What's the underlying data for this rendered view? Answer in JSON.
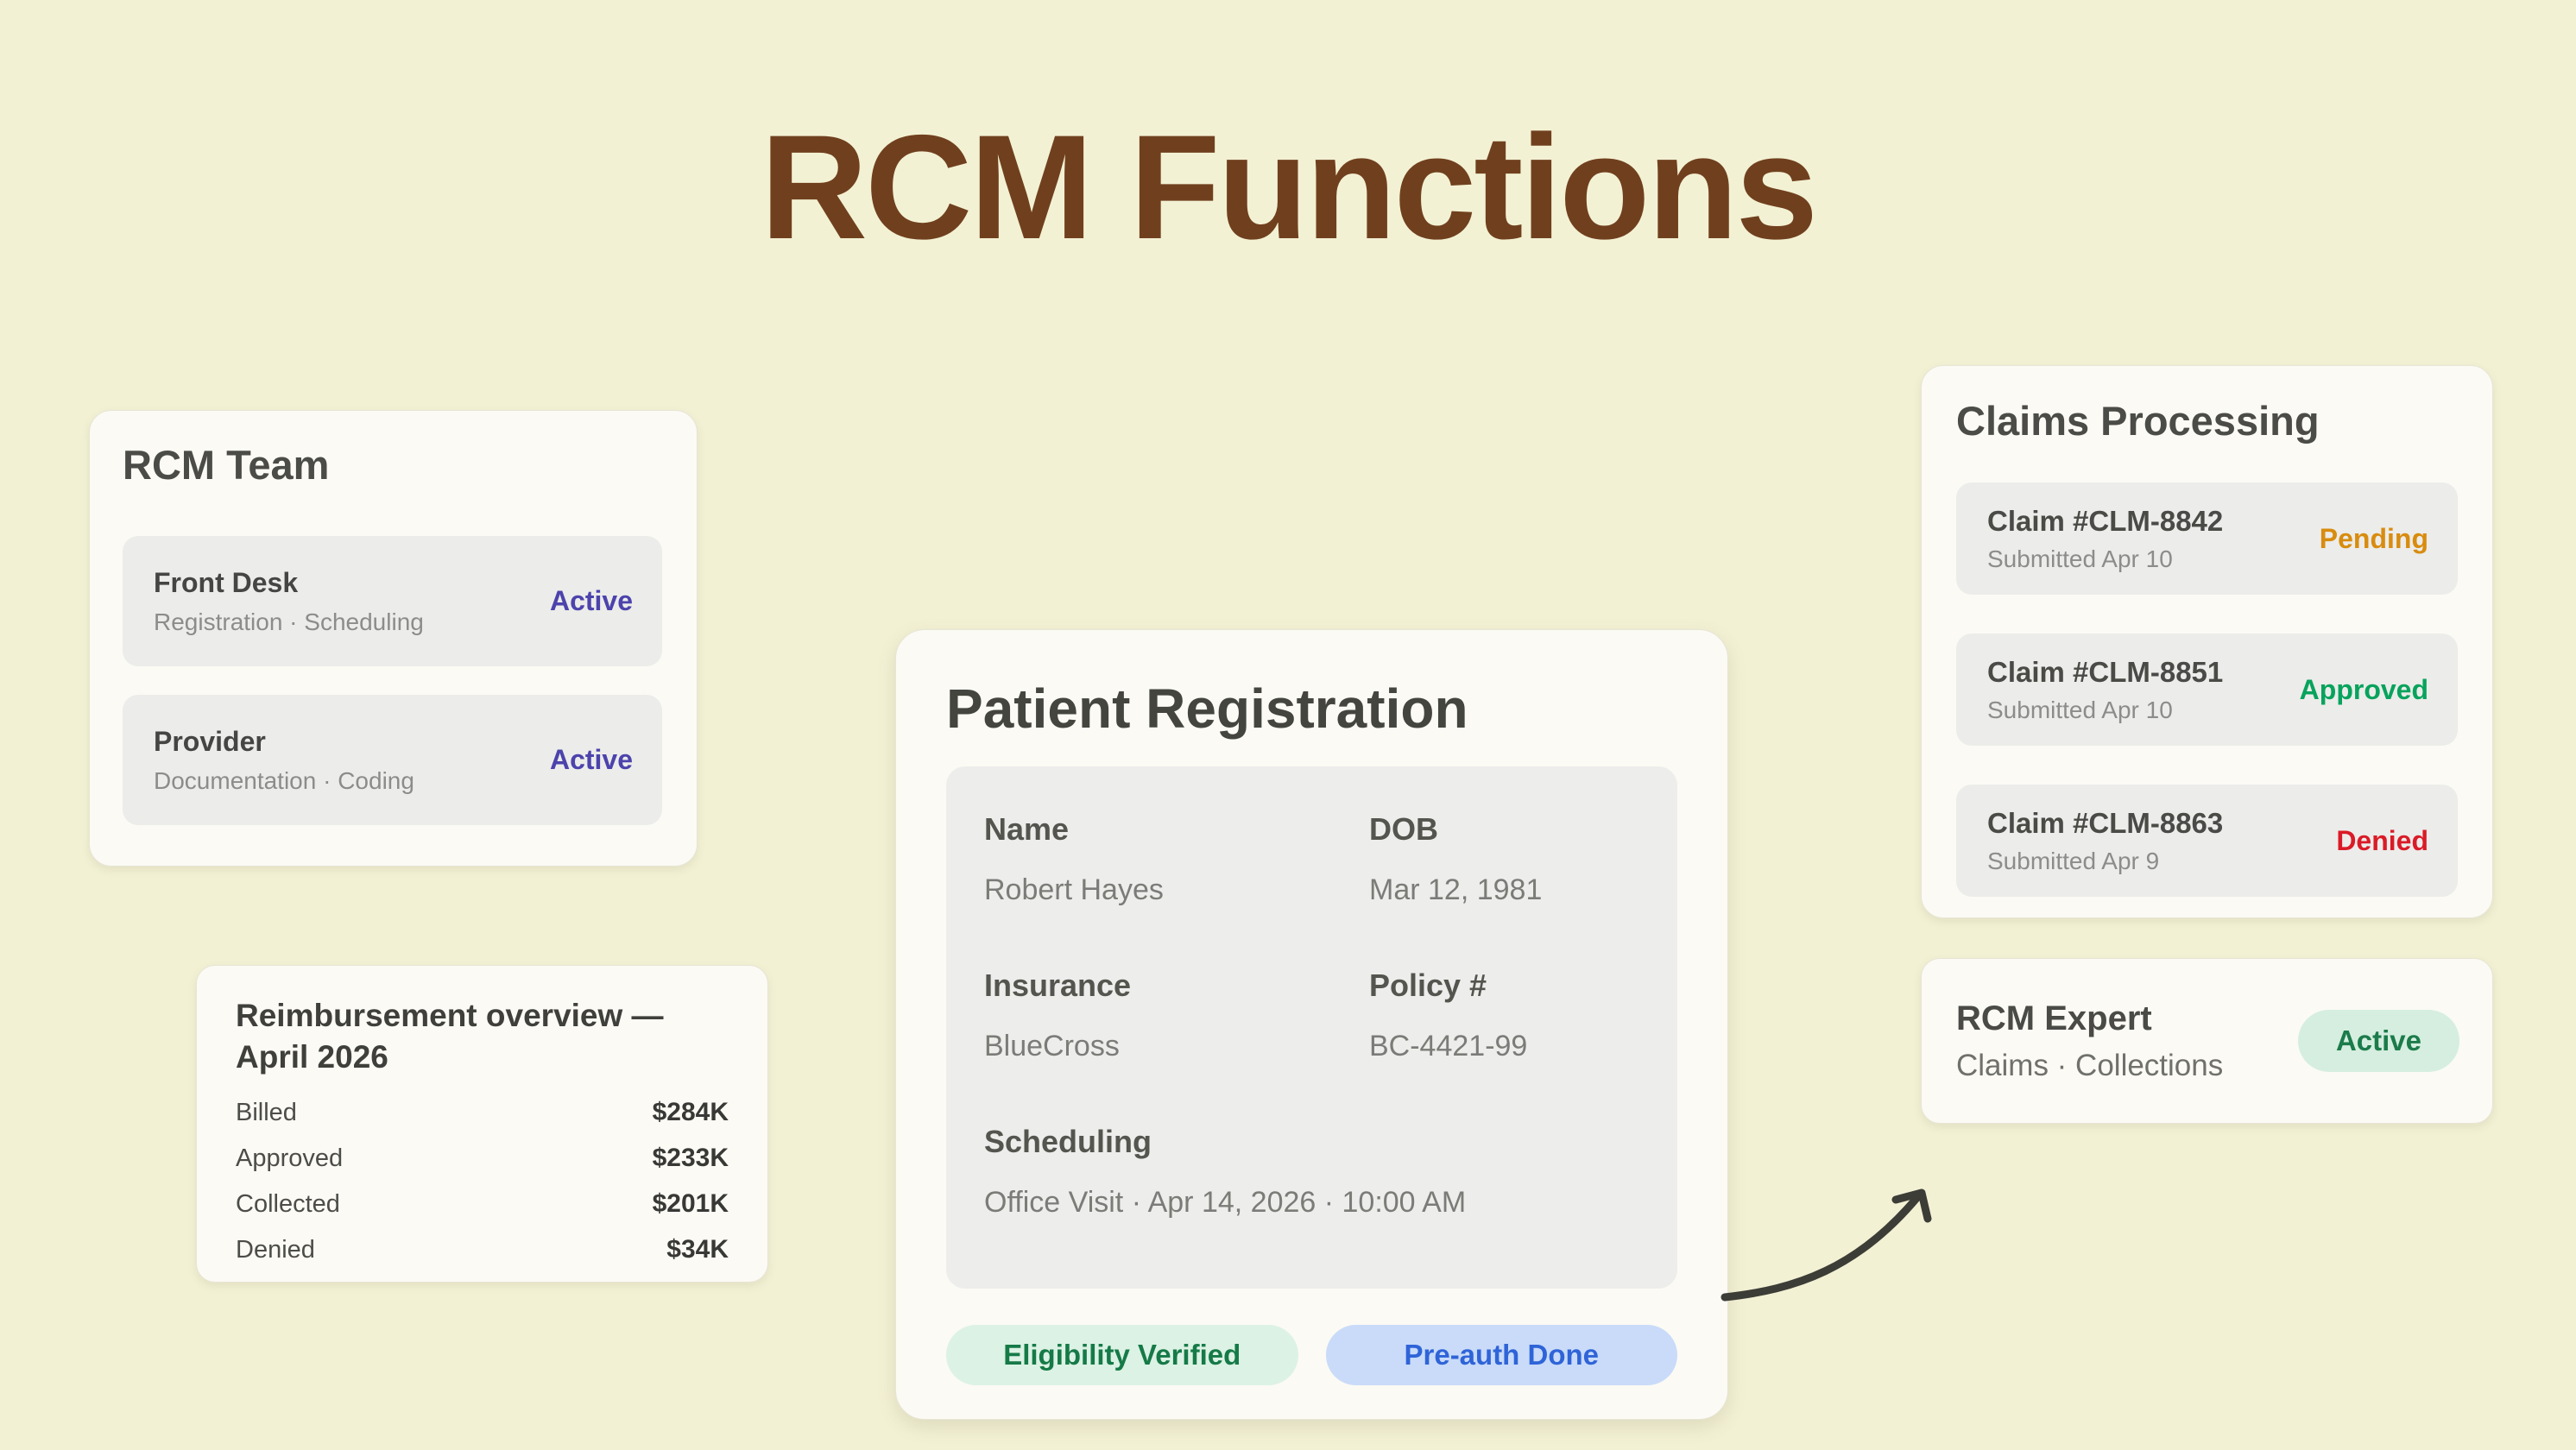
{
  "page": {
    "title": "RCM Functions"
  },
  "colors": {
    "title_brown": "#70401e",
    "accent_purple": "#4c43ac",
    "status_pending": "#d88c0f",
    "status_approved": "#07a35c",
    "status_denied": "#da1b27",
    "badge_green_bg": "#dcf2e4",
    "badge_green_text": "#157a47",
    "badge_blue_bg": "#c9dbf9",
    "badge_blue_text": "#2f64d8",
    "expert_pill_bg": "#d5eee0",
    "expert_pill_text": "#1b7b4a"
  },
  "team_card": {
    "title": "RCM Team",
    "items": [
      {
        "name": "Front Desk",
        "detail": "Registration · Scheduling",
        "status": "Active"
      },
      {
        "name": "Provider",
        "detail": "Documentation · Coding",
        "status": "Active"
      }
    ]
  },
  "reimbursement_card": {
    "title": "Reimbursement overview — April 2026",
    "rows": [
      {
        "label": "Billed",
        "value": "$284K"
      },
      {
        "label": "Approved",
        "value": "$233K"
      },
      {
        "label": "Collected",
        "value": "$201K"
      },
      {
        "label": "Denied",
        "value": "$34K"
      }
    ]
  },
  "registration_card": {
    "title": "Patient Registration",
    "fields": [
      {
        "label": "Name",
        "value": "Robert Hayes"
      },
      {
        "label": "DOB",
        "value": "Mar 12, 1981"
      },
      {
        "label": "Insurance",
        "value": "BlueCross"
      },
      {
        "label": "Policy #",
        "value": "BC-4421-99"
      },
      {
        "label": "Scheduling",
        "value": "Office Visit · Apr 14, 2026 · 10:00 AM"
      }
    ],
    "badges": [
      {
        "label": "Eligibility Verified",
        "bg": "#dcf2e4",
        "text_color": "#157a47"
      },
      {
        "label": "Pre-auth Done",
        "bg": "#c9dbf9",
        "text_color": "#2f64d8"
      }
    ]
  },
  "claims_card": {
    "title": "Claims Processing",
    "claims": [
      {
        "id": "Claim #CLM-8842",
        "submitted": "Submitted Apr 10",
        "status": "Pending",
        "status_color": "#d88c0f"
      },
      {
        "id": "Claim #CLM-8851",
        "submitted": "Submitted Apr 10",
        "status": "Approved",
        "status_color": "#07a35c"
      },
      {
        "id": "Claim #CLM-8863",
        "submitted": "Submitted Apr 9",
        "status": "Denied",
        "status_color": "#da1b27"
      }
    ]
  },
  "expert_card": {
    "title": "RCM Expert",
    "detail": "Claims · Collections",
    "status": "Active",
    "status_bg": "#d5eee0",
    "status_text_color": "#1b7b4a"
  }
}
